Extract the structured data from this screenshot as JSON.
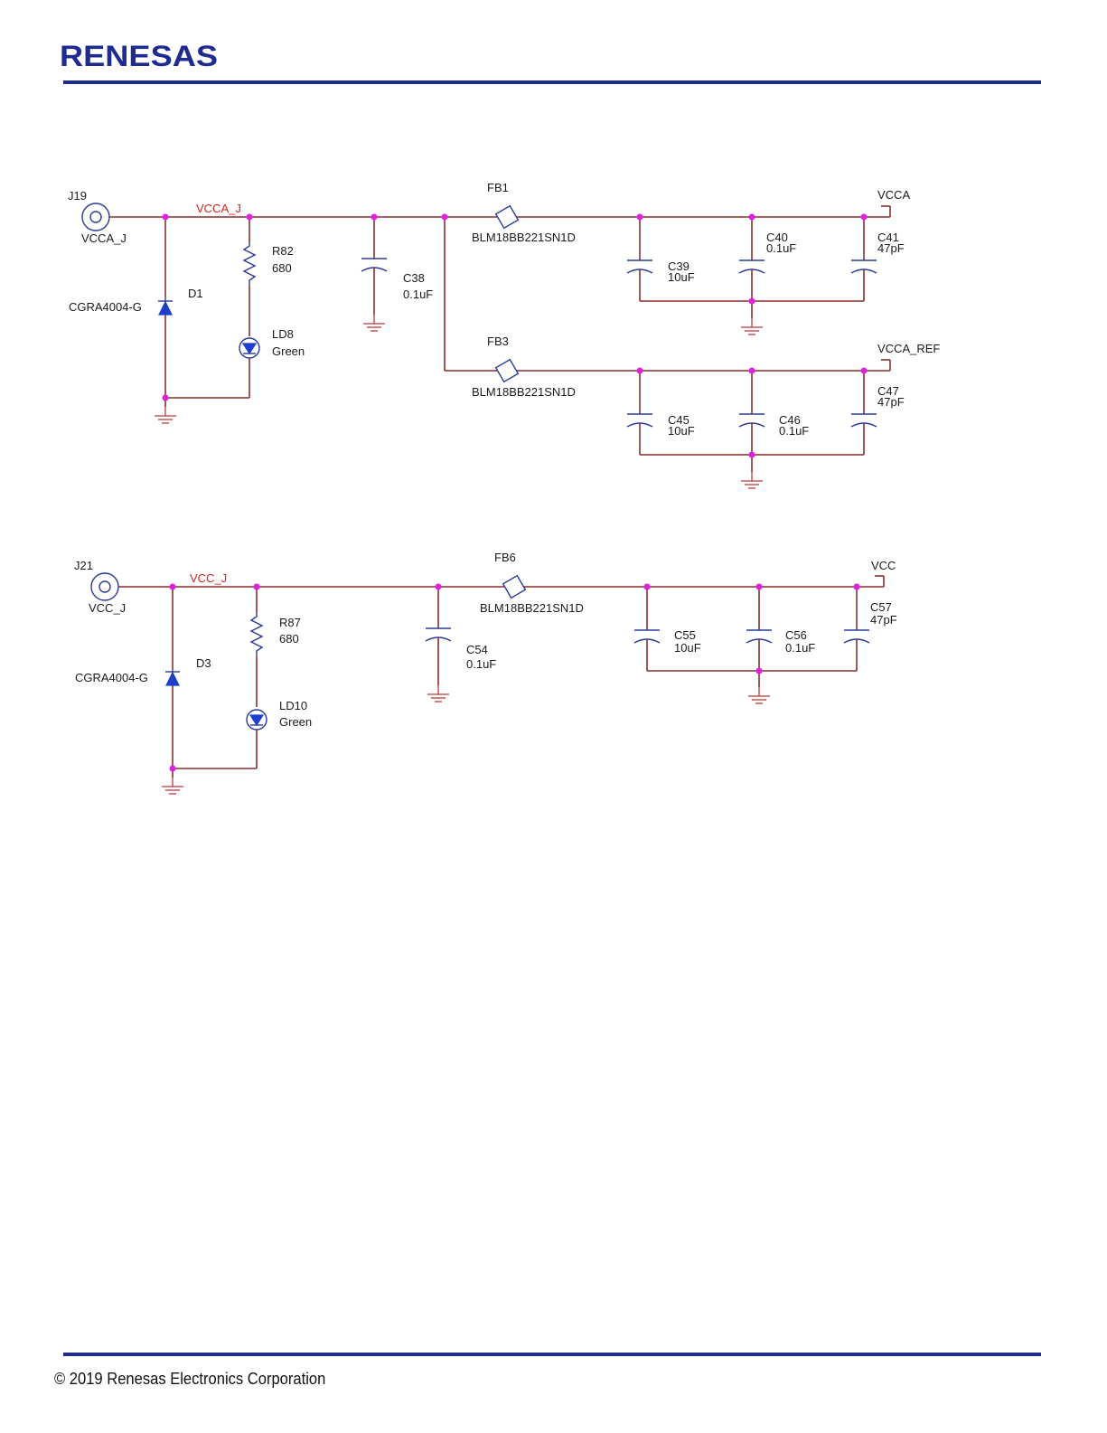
{
  "header": {
    "brand": "RENESAS",
    "brand_color": "#1f2b8f"
  },
  "footer": {
    "copyright": "© 2019 Renesas Electronics Corporation"
  },
  "colors": {
    "wire": "#8a2d2d",
    "part": "#2a3a9a",
    "net_label": "#d42222",
    "junction": "#e020e0"
  },
  "circuit1": {
    "connector": {
      "ref": "J19",
      "net": "VCCA_J"
    },
    "net_label": "VCCA_J",
    "diode": {
      "part": "CGRA4004-G",
      "ref": "D1"
    },
    "resistor": {
      "ref": "R82",
      "value": "680"
    },
    "led": {
      "ref": "LD8",
      "color": "Green"
    },
    "cap_in": {
      "ref": "C38",
      "value": "0.1uF"
    },
    "fb_a": {
      "ref": "FB1",
      "part": "BLM18BB221SN1D"
    },
    "fb_b": {
      "ref": "FB3",
      "part": "BLM18BB221SN1D"
    },
    "out_a": "VCCA",
    "out_b": "VCCA_REF",
    "caps_a": [
      {
        "ref": "C39",
        "value": "10uF"
      },
      {
        "ref": "C40",
        "value": "0.1uF"
      },
      {
        "ref": "C41",
        "value": "47pF"
      }
    ],
    "caps_b": [
      {
        "ref": "C45",
        "value": "10uF"
      },
      {
        "ref": "C46",
        "value": "0.1uF"
      },
      {
        "ref": "C47",
        "value": "47pF"
      }
    ]
  },
  "circuit2": {
    "connector": {
      "ref": "J21",
      "net": "VCC_J"
    },
    "net_label": "VCC_J",
    "diode": {
      "part": "CGRA4004-G",
      "ref": "D3"
    },
    "resistor": {
      "ref": "R87",
      "value": "680"
    },
    "led": {
      "ref": "LD10",
      "color": "Green"
    },
    "cap_in": {
      "ref": "C54",
      "value": "0.1uF"
    },
    "fb": {
      "ref": "FB6",
      "part": "BLM18BB221SN1D"
    },
    "out": "VCC",
    "caps": [
      {
        "ref": "C55",
        "value": "10uF"
      },
      {
        "ref": "C56",
        "value": "0.1uF"
      },
      {
        "ref": "C57",
        "value": "47pF"
      }
    ]
  }
}
